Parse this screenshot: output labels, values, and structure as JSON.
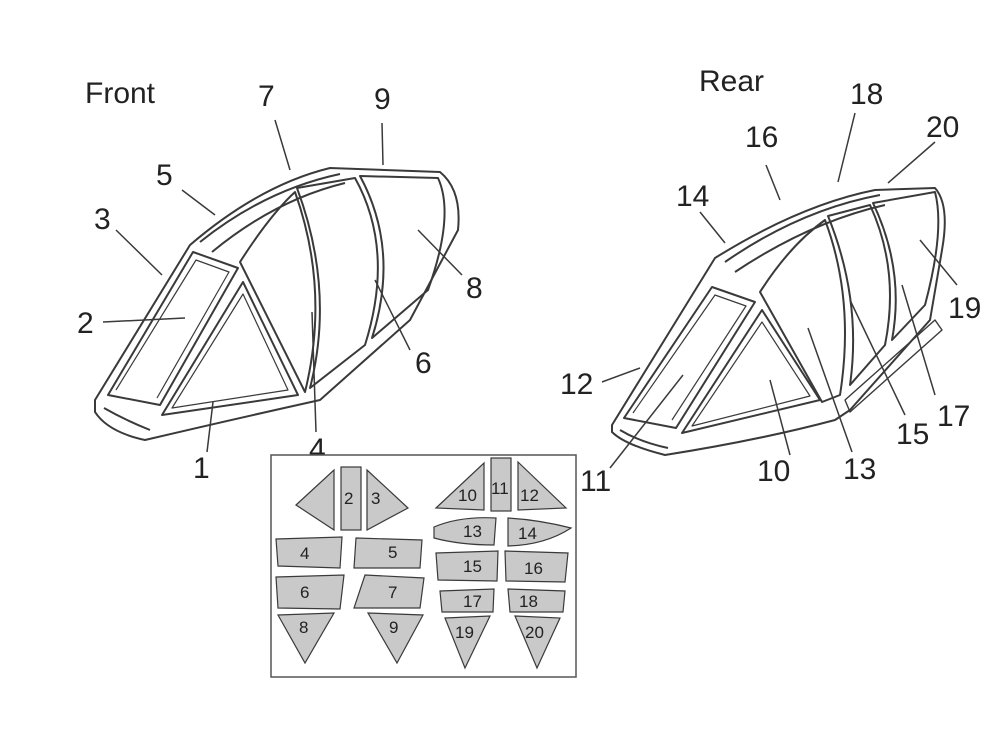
{
  "colors": {
    "outline": "#3a3a3a",
    "mask_fill": "#c9c9c9",
    "sheet_border": "#555555",
    "text": "#222222"
  },
  "front": {
    "title": "Front",
    "callouts": [
      "1",
      "2",
      "3",
      "4",
      "5",
      "6",
      "7",
      "8",
      "9"
    ]
  },
  "rear": {
    "title": "Rear",
    "callouts": [
      "10",
      "11",
      "12",
      "13",
      "14",
      "15",
      "16",
      "17",
      "18",
      "19",
      "20"
    ]
  },
  "mask_sheet": {
    "pieces": [
      "2",
      "3",
      "4",
      "5",
      "6",
      "7",
      "8",
      "9",
      "10",
      "11",
      "12",
      "13",
      "14",
      "15",
      "16",
      "17",
      "18",
      "19",
      "20"
    ]
  }
}
